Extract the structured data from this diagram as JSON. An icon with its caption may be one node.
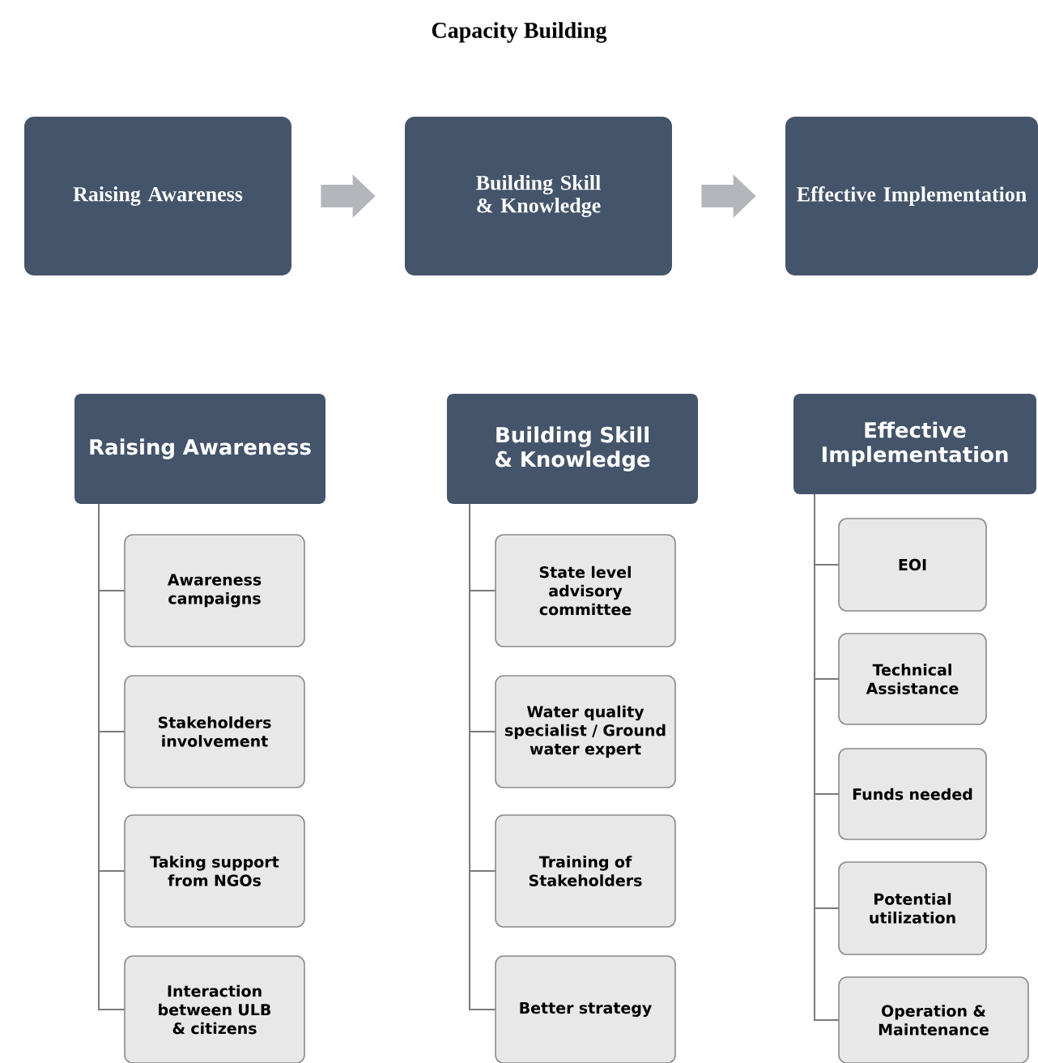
{
  "diagram": {
    "title": "Capacity Building",
    "nodes": [
      {
        "text": [
          "Raising Awareness"
        ]
      },
      {
        "text": [
          "Building Skill & Knowledge"
        ]
      },
      {
        "text": [
          "Effective Implementation"
        ]
      },
      {
        "text": [
          "Raising Awareness"
        ]
      },
      {
        "text": [
          "Awareness campaigns"
        ]
      },
      {
        "text": [
          "Stakeholders involvement"
        ]
      },
      {
        "text": [
          "Taking support from NGOs"
        ]
      },
      {
        "text": [
          "Interaction between ULB & citizens"
        ]
      },
      {
        "text": [
          "Building Skill & Knowledge"
        ]
      },
      {
        "text": [
          "State level advisory committee"
        ]
      },
      {
        "text": [
          "Water quality specialist / Ground water expert"
        ]
      },
      {
        "text": [
          "Training of Stakeholders"
        ]
      },
      {
        "text": [
          "Better strategy"
        ]
      },
      {
        "text": [
          "Effective Implementation"
        ]
      },
      {
        "text": [
          "EOI"
        ]
      },
      {
        "text": [
          "Technical Assistance"
        ]
      },
      {
        "text": [
          "Funds needed"
        ]
      },
      {
        "text": [
          "Potential utilization"
        ]
      },
      {
        "text": [
          "Operation & Maintenance"
        ]
      }
    ],
    "edges": [
      {
        "from": 0,
        "to": 1,
        "arrow": "to",
        "style": "thick"
      },
      {
        "from": 1,
        "to": 2,
        "arrow": "to",
        "style": "thick"
      },
      {
        "from": 3,
        "to": 4,
        "arrow": "none"
      },
      {
        "from": 3,
        "to": 5,
        "arrow": "none"
      },
      {
        "from": 3,
        "to": 6,
        "arrow": "none"
      },
      {
        "from": 3,
        "to": 7,
        "arrow": "none"
      },
      {
        "from": 8,
        "to": 9,
        "arrow": "none"
      },
      {
        "from": 8,
        "to": 10,
        "arrow": "none"
      },
      {
        "from": 8,
        "to": 11,
        "arrow": "none"
      },
      {
        "from": 8,
        "to": 12,
        "arrow": "none"
      },
      {
        "from": 13,
        "to": 14,
        "arrow": "none"
      },
      {
        "from": 13,
        "to": 15,
        "arrow": "none"
      },
      {
        "from": 13,
        "to": 16,
        "arrow": "none"
      },
      {
        "from": 13,
        "to": 17,
        "arrow": "none"
      },
      {
        "from": 13,
        "to": 18,
        "arrow": "none"
      }
    ]
  }
}
